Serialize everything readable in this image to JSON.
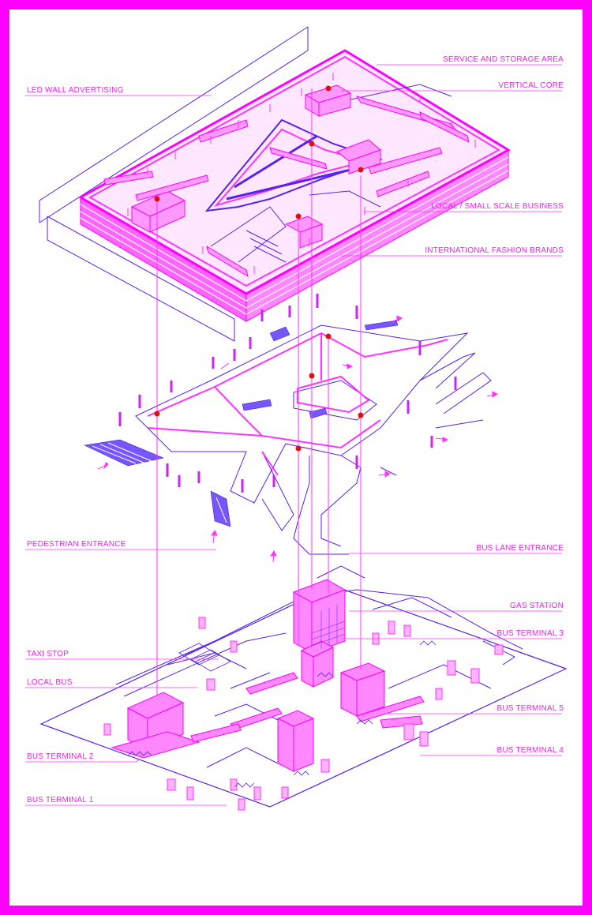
{
  "colors": {
    "frame": "#ff00ff",
    "magenta": "#ff33ff",
    "fill": "#ff88ff",
    "ink": "#5522ee",
    "text": "#ee22ee",
    "dot": "#dd1111"
  },
  "labels": {
    "service_storage": "SERVICE AND STORAGE AREA",
    "vertical_core": "VERTICAL CORE",
    "led_wall": "LED WALL ADVERTISING",
    "local_business": "LOCAL / SMALL SCALE BUSINESS",
    "fashion_brands": "INTERNATIONAL FASHION BRANDS",
    "pedestrian_entrance": "PEDESTRIAN ENTRANCE",
    "bus_lane_entrance": "BUS LANE ENTRANCE",
    "gas_station": "GAS STATION",
    "bus_terminal_3": "BUS TERMINAL 3",
    "taxi_stop": "TAXI STOP",
    "local_bus": "LOCAL BUS",
    "bus_terminal_5": "BUS TERMINAL 5",
    "bus_terminal_2": "BUS TERMINAL 2",
    "bus_terminal_4": "BUS TERMINAL 4",
    "bus_terminal_1": "BUS TERMINAL 1"
  }
}
